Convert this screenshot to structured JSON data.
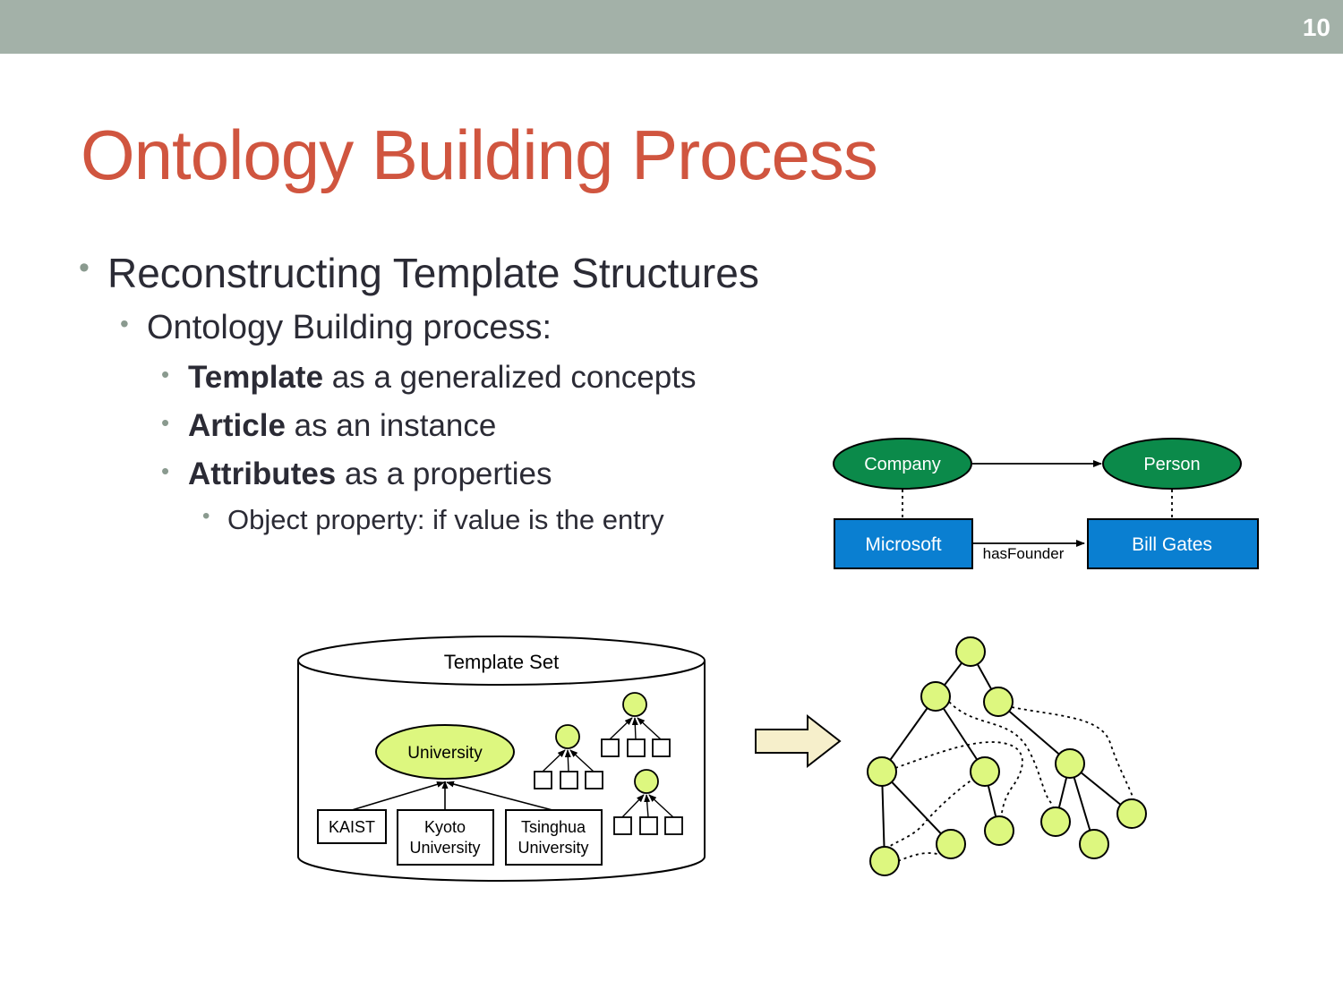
{
  "slide": {
    "page_number": "10",
    "title": "Ontology Building Process"
  },
  "bullets": {
    "level1": "Reconstructing Template Structures",
    "level2": "Ontology Building process:",
    "level3": [
      {
        "bold": "Template",
        "rest": " as a generalized concepts"
      },
      {
        "bold": "Article",
        "rest": " as an instance"
      },
      {
        "bold": "Attributes",
        "rest": " as a properties"
      }
    ],
    "level4": "Object property: if value is the entry"
  },
  "ontology_example": {
    "class_left": "Company",
    "class_right": "Person",
    "instance_left": "Microsoft",
    "instance_right": "Bill Gates",
    "relation": "hasFounder",
    "colors": {
      "class_fill": "#0b8a4a",
      "instance_fill": "#0a7fd1"
    }
  },
  "template_set": {
    "label": "Template Set",
    "concept": "University",
    "instance_1": "KAIST",
    "instance_2_line1": "Kyoto",
    "instance_2_line2": "University",
    "instance_3_line1": "Tsinghua",
    "instance_3_line2": "University",
    "colors": {
      "node_fill": "#ddf77f",
      "arrow_fill": "#f6efcb"
    }
  }
}
